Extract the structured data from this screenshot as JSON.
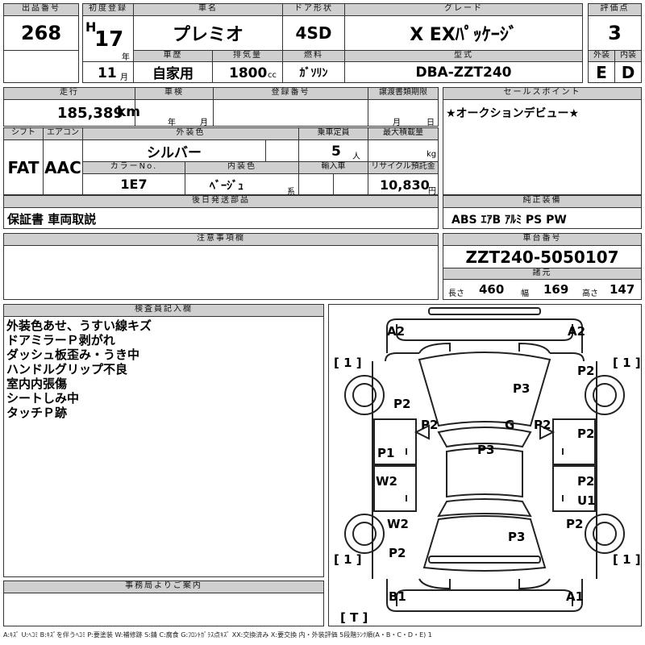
{
  "header": {
    "lot_label": "出品番号",
    "lot_number": "268",
    "first_reg_label": "初度登録",
    "era": "H",
    "year": "17",
    "year_unit": "年",
    "month": "11",
    "month_unit": "月",
    "car_name_label": "車名",
    "car_name": "プレミオ",
    "door_label": "ドア形状",
    "door": "4SD",
    "grade_label": "グレード",
    "grade": "X EXﾊﾟｯｹｰｼﾞ",
    "score_label": "評価点",
    "score": "3",
    "history_label": "車歴",
    "history": "自家用",
    "displacement_label": "排気量",
    "displacement": "1800",
    "displacement_unit": "cc",
    "fuel_label": "燃料",
    "fuel": "ｶﾞｿﾘﾝ",
    "model_label": "型式",
    "model": "DBA-ZZT240",
    "exterior_label": "外装",
    "exterior": "E",
    "interior_label": "内装",
    "interior": "D"
  },
  "row2": {
    "mileage_label": "走行",
    "mileage": "185,389",
    "mileage_unit": "km",
    "inspection_label": "車検",
    "insp_year_unit": "年",
    "insp_month_unit": "月",
    "reg_no_label": "登録番号",
    "transfer_label": "譲渡書類期限",
    "transfer_month_unit": "月",
    "transfer_day_unit": "日",
    "sales_point_label": "セールスポイント",
    "sales_point": "★オークションデビュー★"
  },
  "row3": {
    "shift_label": "シフト",
    "shift": "FAT",
    "ac_label": "エアコン",
    "ac": "AAC",
    "color_label": "外装色",
    "color": "シルバー",
    "seats_label": "乗車定員",
    "seats": "5",
    "seats_unit": "人",
    "max_load_label": "最大積載量",
    "max_load_unit": "kg",
    "color_no_label": "カラーNo.",
    "color_no": "1E7",
    "interior_color_label": "内装色",
    "interior_color": "ﾍﾞｰｼﾞｭ",
    "interior_color_unit": "系",
    "import_label": "輸入車",
    "recycle_label": "リサイクル預託金",
    "recycle": "10,830",
    "recycle_unit": "円"
  },
  "later_parts": {
    "label": "後日発送部品",
    "value": "保証書 車両取説"
  },
  "equipment": {
    "label": "純正装備",
    "value": "ABS ｴｱB ｱﾙﾐ PS PW"
  },
  "caution": {
    "label": "注意事項欄"
  },
  "chassis": {
    "label": "車台番号",
    "value": "ZZT240-5050107",
    "spec_label": "諸元",
    "length_label": "長さ",
    "length": "460",
    "width_label": "幅",
    "width": "169",
    "height_label": "高さ",
    "height": "147"
  },
  "inspector": {
    "label": "検査員記入欄",
    "notes": [
      "外装色あせ、うすい線キズ",
      "ドアミラーＰ剥がれ",
      "ダッシュ板歪み・うき中",
      "ハンドルグリップ不良",
      "室内内張傷",
      "シートしみ中",
      "タッチＰ跡"
    ]
  },
  "office": {
    "label": "事務局よりご案内"
  },
  "diagram": {
    "marks": {
      "a2_left": "A2",
      "a2_right": "A2",
      "tire_fl": "[ 1 ]",
      "tire_fr": "[ 1 ]",
      "tire_rl": "[ 1 ]",
      "tire_rr": "[ 1 ]",
      "spare": "[ T ]",
      "p2_fr": "P2",
      "p3_hood": "P3",
      "p2_left_fender": "P2",
      "p2_pillar_l": "P2",
      "g_glass": "G",
      "p2_pillar_r": "P2",
      "p2_right_front_door": "P2",
      "p1_left_front_door": "P1",
      "p3_roof": "P3",
      "w2_left_rear_door": "W2",
      "p2_right_rear_door": "P2",
      "u1_right_rear_door": "U1",
      "w2_left_quarter": "W2",
      "p2_right_quarter": "P2",
      "p3_trunk": "P3",
      "p2_left_rear": "P2",
      "b1_rear_bumper": "B1",
      "a1_rear_bumper": "A1"
    }
  },
  "legend": "A:ｷｽﾞ U:ﾍｺﾐ B:ｷｽﾞを伴うﾍｺﾐ P:要塗装 W:補修跡 S:錆 C:腐食 G:ﾌﾛﾝﾄｶﾞﾗｽ点ｷｽﾞ XX:交換済み X:要交換 内・外装評価 5段階ﾗﾝｸ順(A・B・C・D・E) 1"
}
